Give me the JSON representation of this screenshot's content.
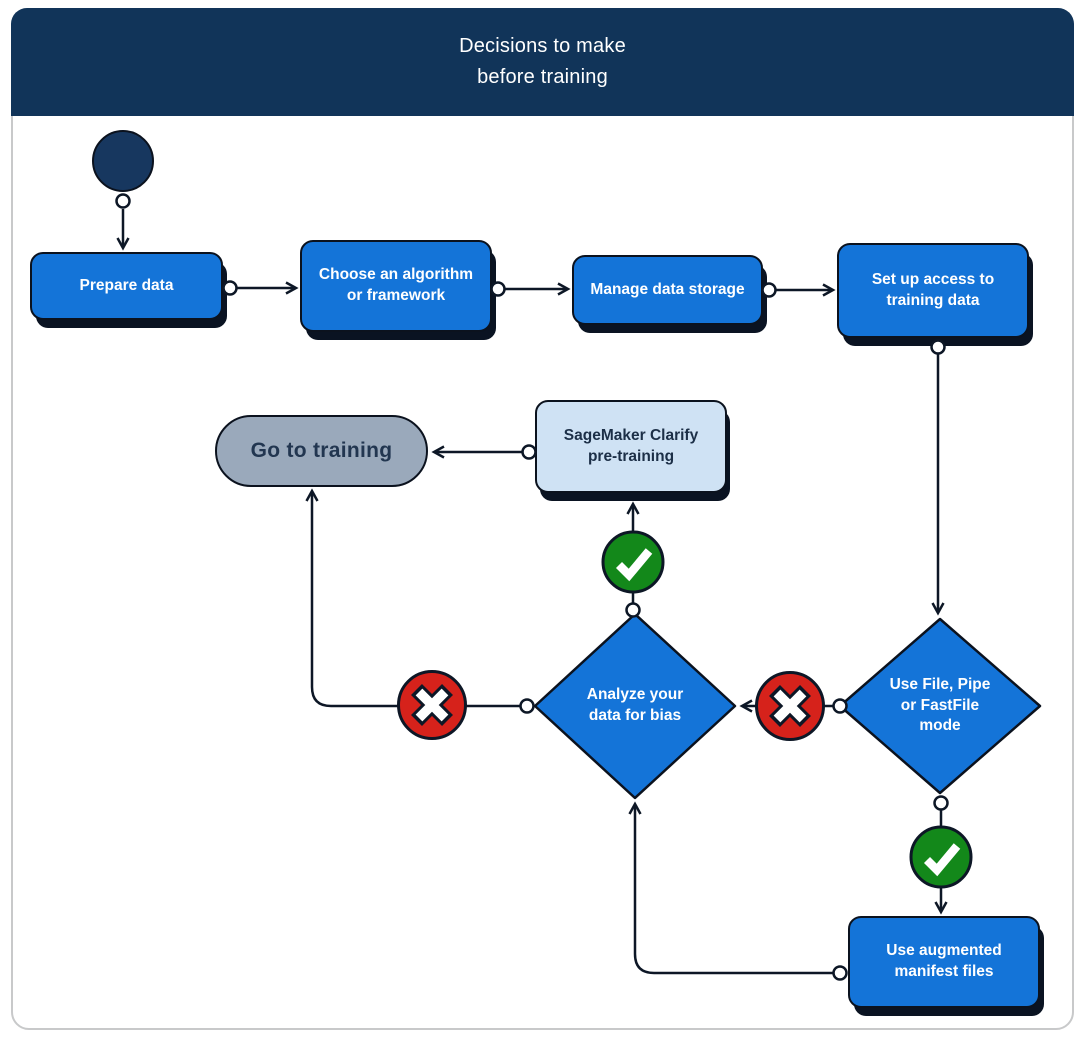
{
  "header": {
    "title": "Decisions to make\nbefore training"
  },
  "flowchart": {
    "nodes": {
      "start": {
        "shape": "start-circle",
        "label": ""
      },
      "prepare_data": {
        "shape": "process",
        "label": "Prepare data"
      },
      "choose_algorithm": {
        "shape": "process",
        "label": "Choose an algorithm\nor framework"
      },
      "manage_storage": {
        "shape": "process",
        "label": "Manage data storage"
      },
      "setup_access": {
        "shape": "process",
        "label": "Set up access to\ntraining data"
      },
      "file_mode": {
        "shape": "decision",
        "label": "Use File, Pipe\nor FastFile\nmode"
      },
      "analyze_bias": {
        "shape": "decision",
        "label": "Analyze your\ndata for bias"
      },
      "clarify_pretraining": {
        "shape": "process-light",
        "label": "SageMaker Clarify\npre-training"
      },
      "go_to_training": {
        "shape": "terminal",
        "label": "Go to training"
      },
      "augmented_manifest": {
        "shape": "process",
        "label": "Use augmented\nmanifest files"
      }
    },
    "decision_icons": {
      "yes": "green-check",
      "no": "red-x"
    }
  },
  "colors": {
    "header_bg": "#113459",
    "start_fill": "#17375f",
    "node_blue": "#1474d8",
    "node_light_blue": "#cfe2f4",
    "node_light_text": "#1c2f47",
    "terminal_fill": "#9aa9bb",
    "terminal_text": "#223650",
    "yes_green": "#13881a",
    "no_red": "#d6221b",
    "line": "#0d1726",
    "node_border": "#0b121e",
    "shadow": "#0a1322",
    "canvas_border": "#c8c9ca",
    "title_text": "#ffffff",
    "node_text": "#ffffff"
  }
}
